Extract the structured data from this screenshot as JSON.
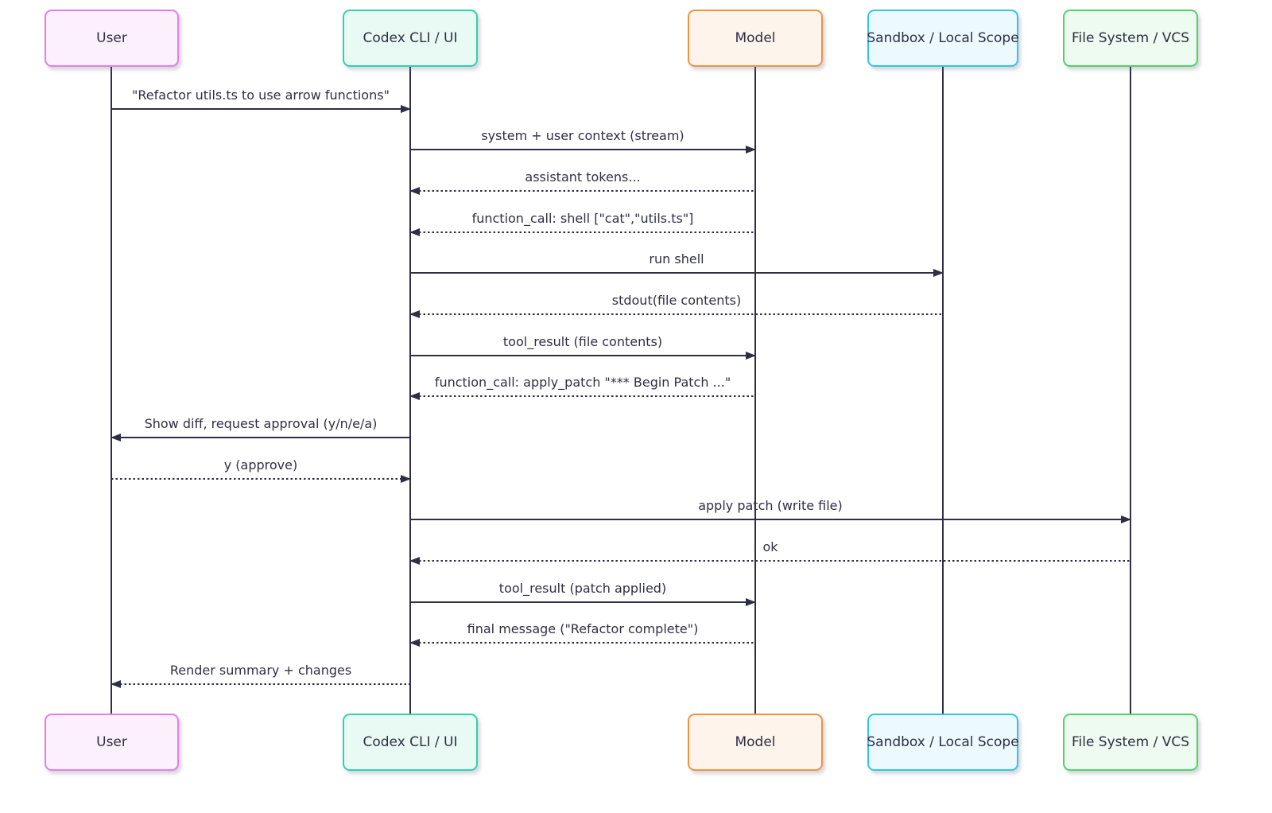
{
  "diagram": {
    "type": "sequence-diagram",
    "background_color": "#ffffff",
    "line_color": "#302e44",
    "text_color": "#302e44"
  },
  "actors": [
    {
      "id": "user",
      "label": "User",
      "fill": "#fcf0fd",
      "border": "#e87ced"
    },
    {
      "id": "codex",
      "label": "Codex CLI / UI",
      "fill": "#e9faf4",
      "border": "#2fd3a9"
    },
    {
      "id": "model",
      "label": "Model",
      "fill": "#fdf5ec",
      "border": "#f2923d"
    },
    {
      "id": "sandbox",
      "label": "Sandbox / Local Scope",
      "fill": "#ecfafd",
      "border": "#30c6e9"
    },
    {
      "id": "fs",
      "label": "File System / VCS",
      "fill": "#edfbf0",
      "border": "#52d168"
    }
  ],
  "messages": [
    {
      "from": "user",
      "to": "codex",
      "label": "\"Refactor utils.ts to use arrow functions\"",
      "line": "solid"
    },
    {
      "from": "codex",
      "to": "model",
      "label": "system + user context (stream)",
      "line": "solid"
    },
    {
      "from": "model",
      "to": "codex",
      "label": "assistant tokens...",
      "line": "dotted"
    },
    {
      "from": "model",
      "to": "codex",
      "label": "function_call: shell [\"cat\",\"utils.ts\"]",
      "line": "dotted"
    },
    {
      "from": "codex",
      "to": "sandbox",
      "label": "run shell",
      "line": "solid"
    },
    {
      "from": "sandbox",
      "to": "codex",
      "label": "stdout(file contents)",
      "line": "dotted"
    },
    {
      "from": "codex",
      "to": "model",
      "label": "tool_result (file contents)",
      "line": "solid"
    },
    {
      "from": "model",
      "to": "codex",
      "label": "function_call: apply_patch \"*** Begin Patch ...\"",
      "line": "dotted"
    },
    {
      "from": "codex",
      "to": "user",
      "label": "Show diff, request approval (y/n/e/a)",
      "line": "solid"
    },
    {
      "from": "user",
      "to": "codex",
      "label": "y (approve)",
      "line": "dotted"
    },
    {
      "from": "codex",
      "to": "fs",
      "label": "apply patch (write file)",
      "line": "solid"
    },
    {
      "from": "fs",
      "to": "codex",
      "label": "ok",
      "line": "dotted"
    },
    {
      "from": "codex",
      "to": "model",
      "label": "tool_result (patch applied)",
      "line": "solid"
    },
    {
      "from": "model",
      "to": "codex",
      "label": "final message (\"Refactor complete\")",
      "line": "dotted"
    },
    {
      "from": "codex",
      "to": "user",
      "label": "Render summary + changes",
      "line": "dotted"
    }
  ]
}
